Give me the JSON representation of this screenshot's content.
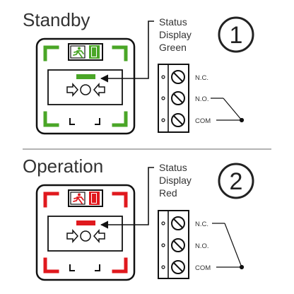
{
  "colors": {
    "standby_accent": "#4aa627",
    "operation_accent": "#e0191e",
    "line": "#111111",
    "divider": "#888888"
  },
  "icons": [
    "running-man-icon",
    "arrow-right-icon",
    "circle-icon",
    "arrow-left-icon",
    "screw-terminal-icon",
    "l-bracket-icon"
  ],
  "standby": {
    "title": "Standby",
    "number": "1",
    "status_lines": [
      "Status",
      "Display",
      "Green"
    ],
    "terminals": [
      "N.C.",
      "N.O.",
      "COM"
    ]
  },
  "operation": {
    "title": "Operation",
    "number": "2",
    "status_lines": [
      "Status",
      "Display",
      "Red"
    ],
    "terminals": [
      "N.C.",
      "N.O.",
      "COM"
    ]
  }
}
